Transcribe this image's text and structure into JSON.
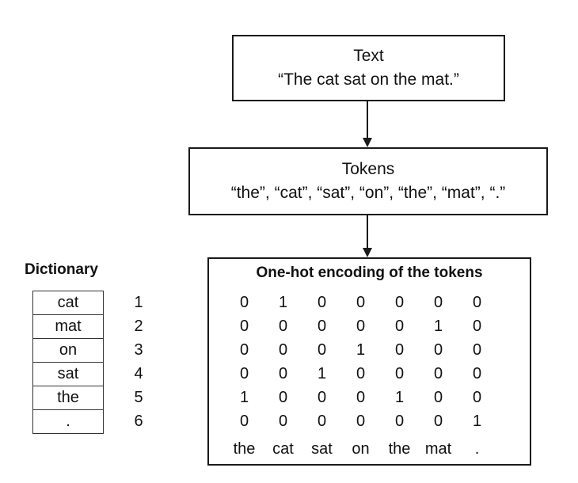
{
  "text_box": {
    "title": "Text",
    "body": "“The cat sat on the mat.”"
  },
  "tokens_box": {
    "title": "Tokens",
    "body": "“the”, “cat”, “sat”, “on”, “the”, “mat”, “.”"
  },
  "dictionary": {
    "title": "Dictionary",
    "entries": [
      {
        "word": "cat",
        "index": "1"
      },
      {
        "word": "mat",
        "index": "2"
      },
      {
        "word": "on",
        "index": "3"
      },
      {
        "word": "sat",
        "index": "4"
      },
      {
        "word": "the",
        "index": "5"
      },
      {
        "word": ".",
        "index": "6"
      }
    ]
  },
  "encoding": {
    "title": "One-hot encoding of the tokens",
    "matrix": [
      [
        "0",
        "1",
        "0",
        "0",
        "0",
        "0",
        "0"
      ],
      [
        "0",
        "0",
        "0",
        "0",
        "0",
        "1",
        "0"
      ],
      [
        "0",
        "0",
        "0",
        "1",
        "0",
        "0",
        "0"
      ],
      [
        "0",
        "0",
        "1",
        "0",
        "0",
        "0",
        "0"
      ],
      [
        "1",
        "0",
        "0",
        "0",
        "1",
        "0",
        "0"
      ],
      [
        "0",
        "0",
        "0",
        "0",
        "0",
        "0",
        "1"
      ]
    ],
    "column_labels": [
      "the",
      "cat",
      "sat",
      "on",
      "the",
      "mat",
      "."
    ]
  }
}
